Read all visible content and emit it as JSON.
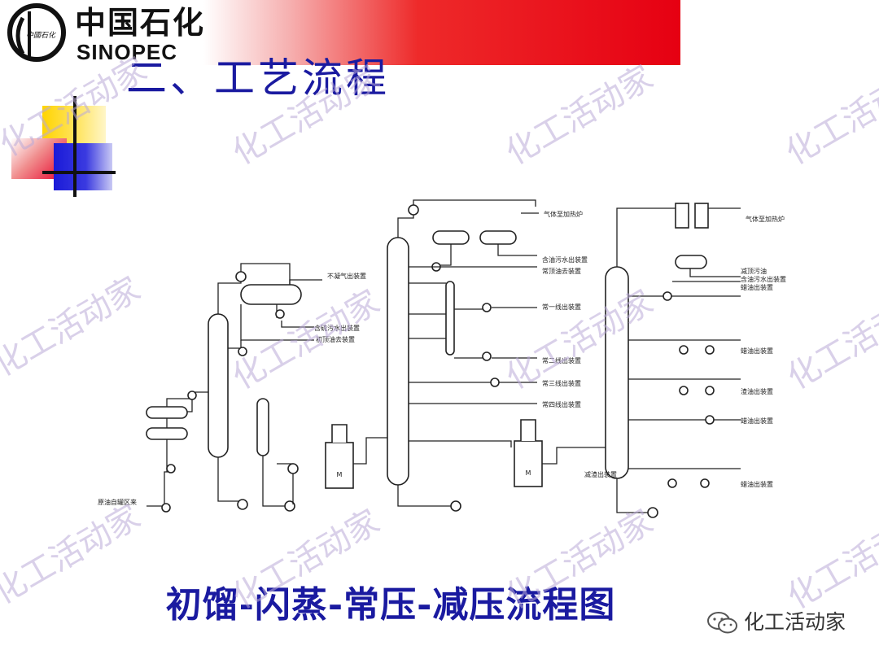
{
  "header": {
    "logo_text": "中國石化",
    "brand_cn": "中国石化",
    "brand_en": "SINOPEC",
    "title": "二、工艺流程"
  },
  "caption": "初馏-闪蒸-常压-减压流程图",
  "watermark": "化工活动家",
  "wechat_label": "化工活动家",
  "colors": {
    "banner_red": "#e60012",
    "title_blue": "#1a1aa0",
    "accent_yellow": "#ffd400",
    "accent_blue": "#1a1ad8",
    "watermark": "#b9aad7"
  },
  "diagram": {
    "labels": {
      "gas_to_furnace_1": "气体至加热炉",
      "sewage_out_1": "含油污水出装置",
      "top_oil_1": "常顶油去装置",
      "noncondensable_gas": "不凝气出装置",
      "sewage_out_2": "含硫污水出装置",
      "initial_top_oil": "初顶油去装置",
      "side_line_1": "常一线出装置",
      "side_line_2": "常二线出装置",
      "side_line_3": "常三线出装置",
      "side_line_4": "常四线出装置",
      "crude_in": "原油自罐区来",
      "gas_to_furnace_2": "气体至加热炉",
      "vac_top_oil": "减顶污油",
      "sewage_out_3": "含油污水出装置",
      "vac_line_1": "蜡油出装置",
      "vac_line_2": "蜡油出装置",
      "vac_line_3": "渣油出装置",
      "vac_line_4": "蜡油出装置",
      "vac_line_5": "蜡油出装置",
      "residue": "减渣出装置",
      "furnace_mark": "M"
    }
  }
}
